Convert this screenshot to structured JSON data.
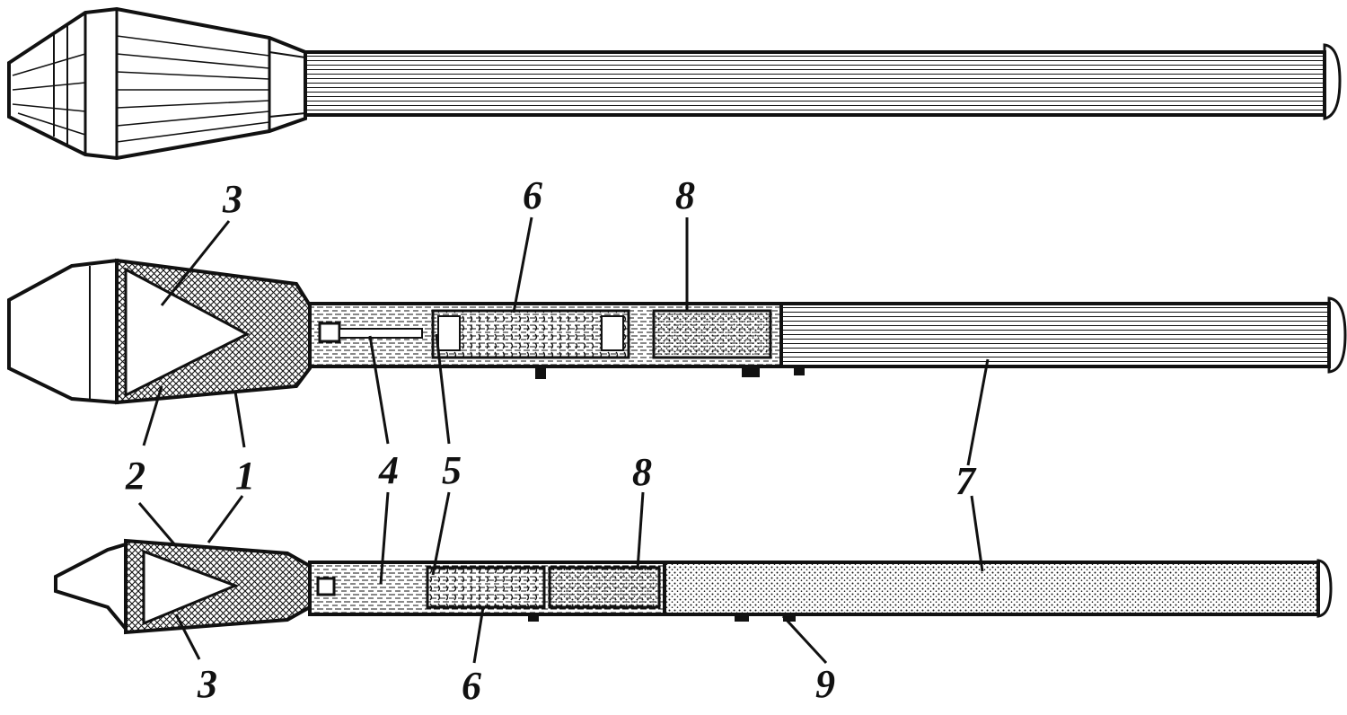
{
  "figure": {
    "views": [
      {
        "id": "exterior",
        "callouts": []
      },
      {
        "id": "section-upper",
        "callouts": [
          "3",
          "6",
          "8",
          "2",
          "1",
          "4",
          "5",
          "7"
        ]
      },
      {
        "id": "section-lower",
        "callouts": [
          "8",
          "7",
          "3",
          "6",
          "9"
        ]
      }
    ],
    "labels": {
      "l1": "1",
      "l2": "2",
      "l3a": "3",
      "l3b": "3",
      "l4": "4",
      "l5": "5",
      "l6a": "6",
      "l6b": "6",
      "l7": "7",
      "l8a": "8",
      "l8b": "8",
      "l9": "9"
    },
    "colors": {
      "ink": "#111111",
      "paper": "#ffffff"
    }
  }
}
